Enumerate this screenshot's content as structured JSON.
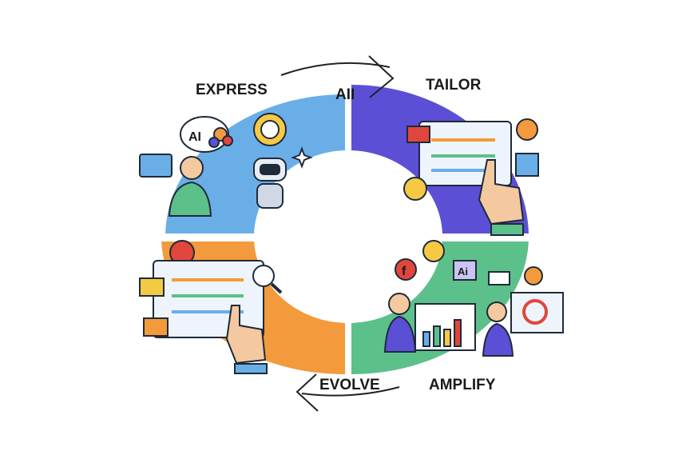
{
  "labels": {
    "express": "EXPRESS",
    "center": "AII",
    "tailor": "TAILOR",
    "evolve": "EVOLVE",
    "amplify": "AMPLIFY"
  },
  "icon_text": {
    "speech_ai": "AI",
    "facebook": "f",
    "ai_badge": "Ai"
  },
  "colors": {
    "blue": "#6aaee8",
    "purple": "#5b4fd6",
    "orange": "#f39a3c",
    "green": "#5cc08a",
    "outline": "#1f2a3a"
  }
}
